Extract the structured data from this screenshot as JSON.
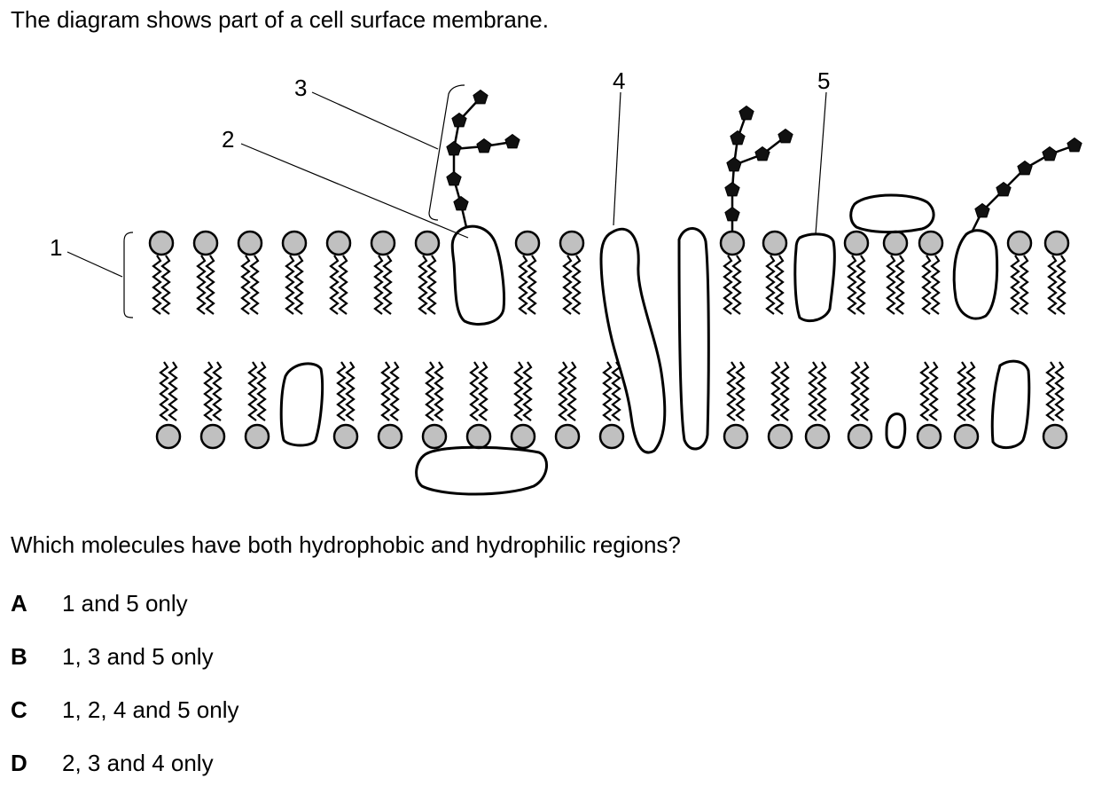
{
  "intro": "The diagram shows part of a cell surface membrane.",
  "diagram": {
    "labels": [
      "1",
      "2",
      "3",
      "4",
      "5"
    ]
  },
  "question": "Which molecules have both hydrophobic and hydrophilic regions?",
  "options": [
    {
      "letter": "A",
      "text": "1 and 5 only"
    },
    {
      "letter": "B",
      "text": "1, 3 and 5 only"
    },
    {
      "letter": "C",
      "text": "1, 2, 4 and 5 only"
    },
    {
      "letter": "D",
      "text": "2, 3 and 4 only"
    }
  ],
  "colors": {
    "phosphate_head": "#c0c0c0",
    "sugar": "#111111",
    "outline": "#000000"
  }
}
